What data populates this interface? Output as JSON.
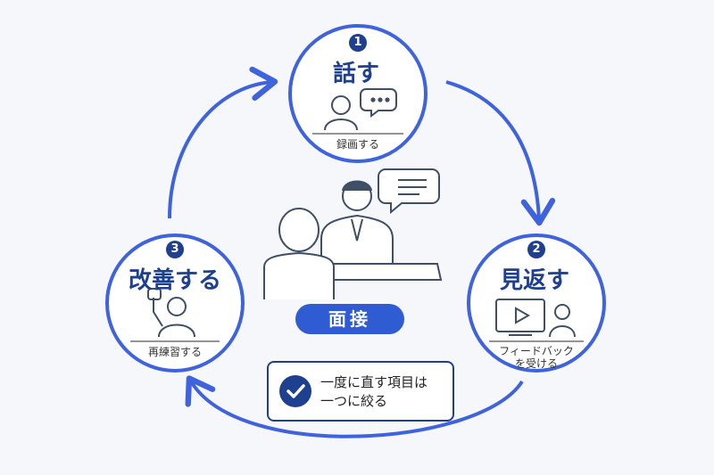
{
  "steps": [
    {
      "number": "1",
      "title": "話す",
      "subtitle": "録画する"
    },
    {
      "number": "2",
      "title": "見返す",
      "subtitle_line1": "フィードバック",
      "subtitle_line2": "を受ける"
    },
    {
      "number": "3",
      "title": "改善する",
      "subtitle": "再練習する"
    }
  ],
  "center": {
    "label": "面接"
  },
  "note": {
    "line1": "一度に直す項目は",
    "line2": "一つに絞る"
  },
  "colors": {
    "primary": "#1f3f8f",
    "accent": "#2f5bd3",
    "cycle": "#3f63dc",
    "icon": "#3f4f66"
  },
  "icons": [
    "person-icon",
    "speech-bubble-icon",
    "video-player-icon",
    "fist-up-icon",
    "interviewer-icon",
    "interviewee-icon",
    "check-icon"
  ]
}
